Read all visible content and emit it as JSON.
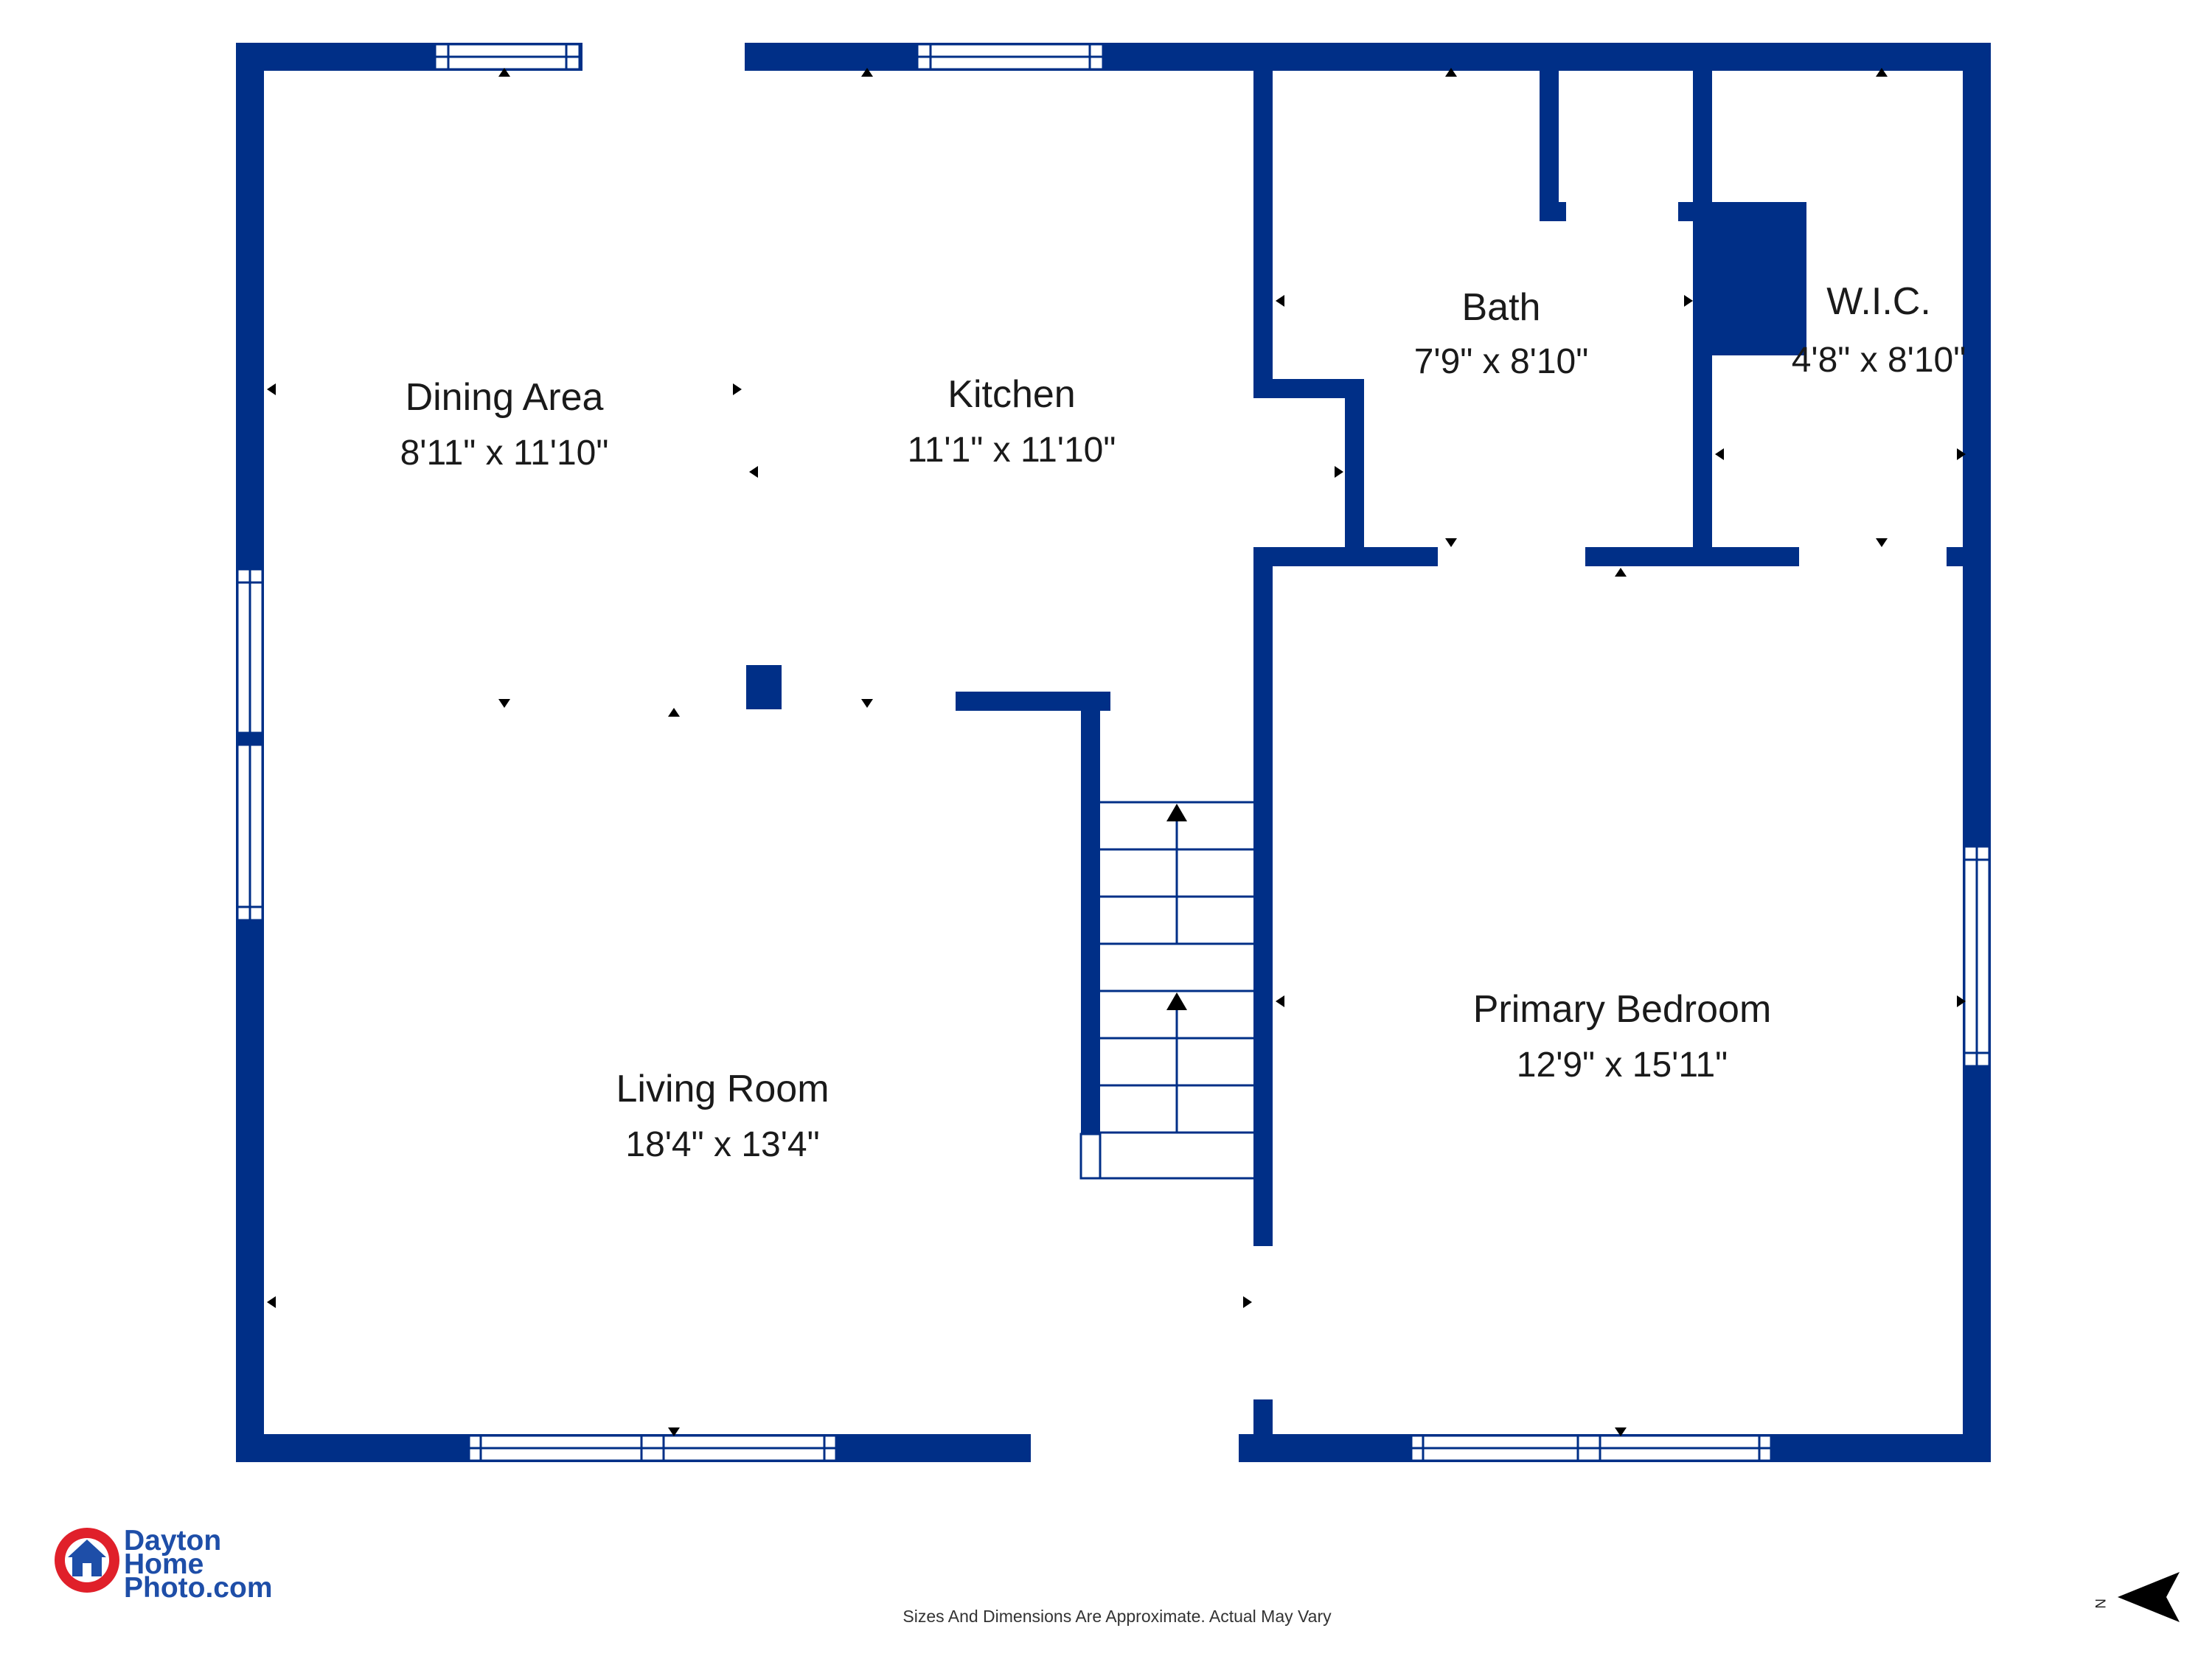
{
  "colors": {
    "wall": "#002f87",
    "logo_red": "#e0202a",
    "logo_blue": "#1e4ea8"
  },
  "rooms": [
    {
      "name": "Dining Area",
      "dims": "8'11\" x 11'10\""
    },
    {
      "name": "Kitchen",
      "dims": "11'1\" x 11'10\""
    },
    {
      "name": "Bath",
      "dims": "7'9\" x 8'10\""
    },
    {
      "name": "W.I.C.",
      "dims": "4'8\" x 8'10\""
    },
    {
      "name": "Living Room",
      "dims": "18'4\" x 13'4\""
    },
    {
      "name": "Primary Bedroom",
      "dims": "12'9\" x 15'11\""
    }
  ],
  "logo": {
    "line1": "Dayton",
    "line2": "Home",
    "line3": "Photo.com",
    "icon": "house-camera-icon"
  },
  "footer": {
    "disclaimer": "Sizes And Dimensions Are Approximate. Actual May Vary"
  },
  "compass": {
    "letter": "N",
    "icon": "north-arrow-icon"
  }
}
